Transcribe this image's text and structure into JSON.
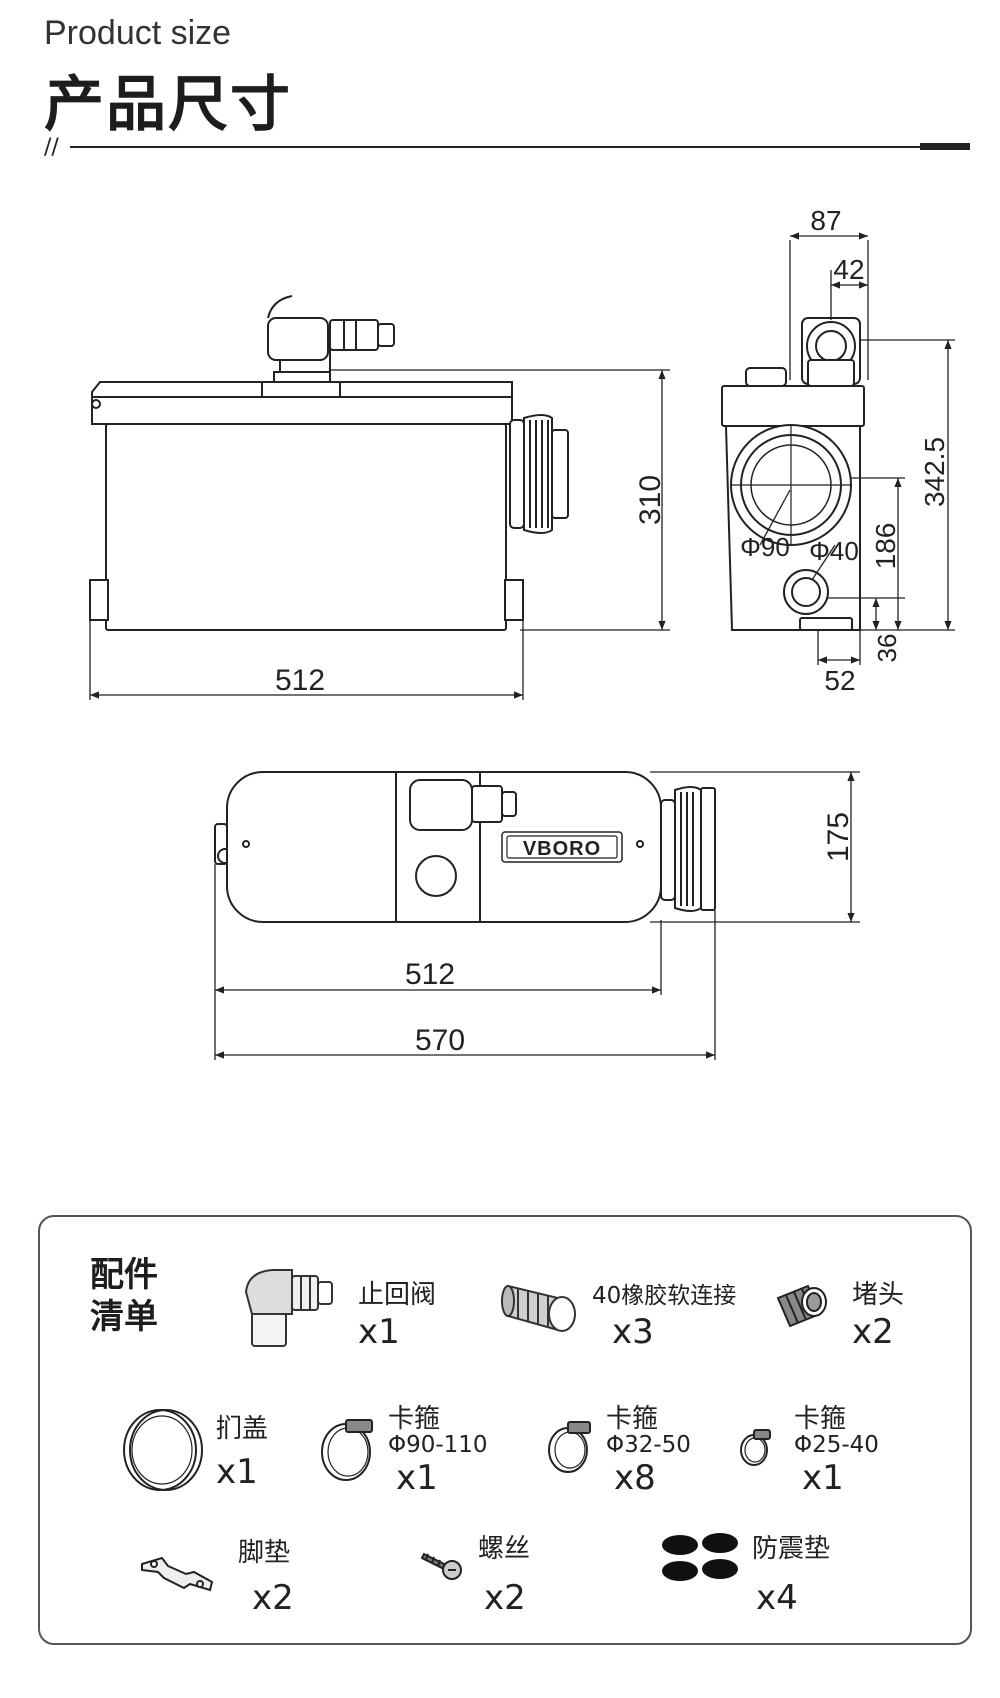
{
  "header": {
    "title_en": "Product size",
    "title_zh": "产品尺寸",
    "slashes": "//"
  },
  "dimensions": {
    "front_width": "512",
    "front_height": "310",
    "side_top_width": "87",
    "side_top_offset": "42",
    "side_total_height": "342.5",
    "side_inlet_height": "186",
    "side_bottom_height": "36",
    "side_bottom_offset": "52",
    "phi90": "Φ90",
    "phi40": "Φ40",
    "top_depth": "175",
    "top_body_length": "512",
    "top_total_length": "570",
    "brand": "VBORO"
  },
  "accessories": {
    "title_line1": "配件",
    "title_line2": "清单",
    "items": [
      {
        "name": "止回阀",
        "qty": "x1",
        "icon": "check-valve-icon"
      },
      {
        "name": "40橡胶软连接",
        "qty": "x3",
        "icon": "rubber-connector-icon"
      },
      {
        "name": "堵头",
        "qty": "x2",
        "icon": "plug-icon"
      },
      {
        "name": "扪盖",
        "qty": "x1",
        "icon": "cap-icon"
      },
      {
        "name": "卡箍",
        "spec": "Φ90-110",
        "qty": "x1",
        "icon": "hose-clamp-icon"
      },
      {
        "name": "卡箍",
        "spec": "Φ32-50",
        "qty": "x8",
        "icon": "hose-clamp-icon"
      },
      {
        "name": "卡箍",
        "spec": "Φ25-40",
        "qty": "x1",
        "icon": "hose-clamp-icon"
      },
      {
        "name": "脚垫",
        "qty": "x2",
        "icon": "foot-pad-icon"
      },
      {
        "name": "螺丝",
        "qty": "x2",
        "icon": "screw-icon"
      },
      {
        "name": "防震垫",
        "qty": "x4",
        "icon": "anti-vibration-pad-icon"
      }
    ]
  }
}
